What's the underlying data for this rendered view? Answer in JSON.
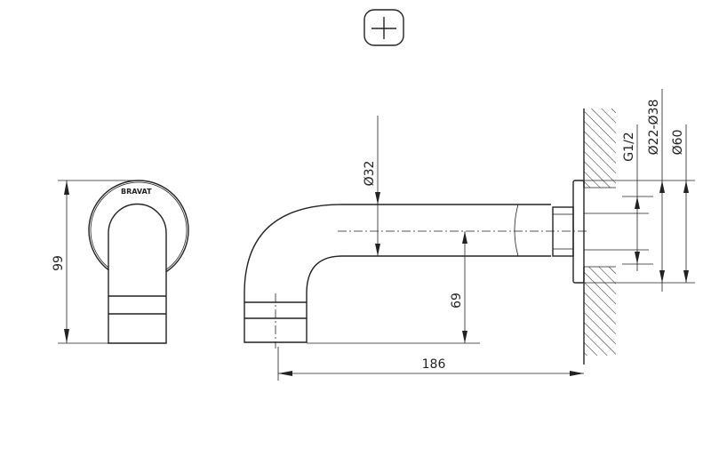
{
  "symbol": {
    "icon": "cold-water-cross-symbol"
  },
  "front_view": {
    "brand": "BRAVAT",
    "height_label": "99"
  },
  "side_view": {
    "pipe_diameter_label": "Ø32",
    "spout_height_label": "69",
    "projection_label": "186",
    "thread_label": "G1/2",
    "hole_range_label": "Ø22-Ø38",
    "flange_diameter_label": "Ø60"
  },
  "colors": {
    "line": "#222222",
    "background": "#ffffff"
  }
}
